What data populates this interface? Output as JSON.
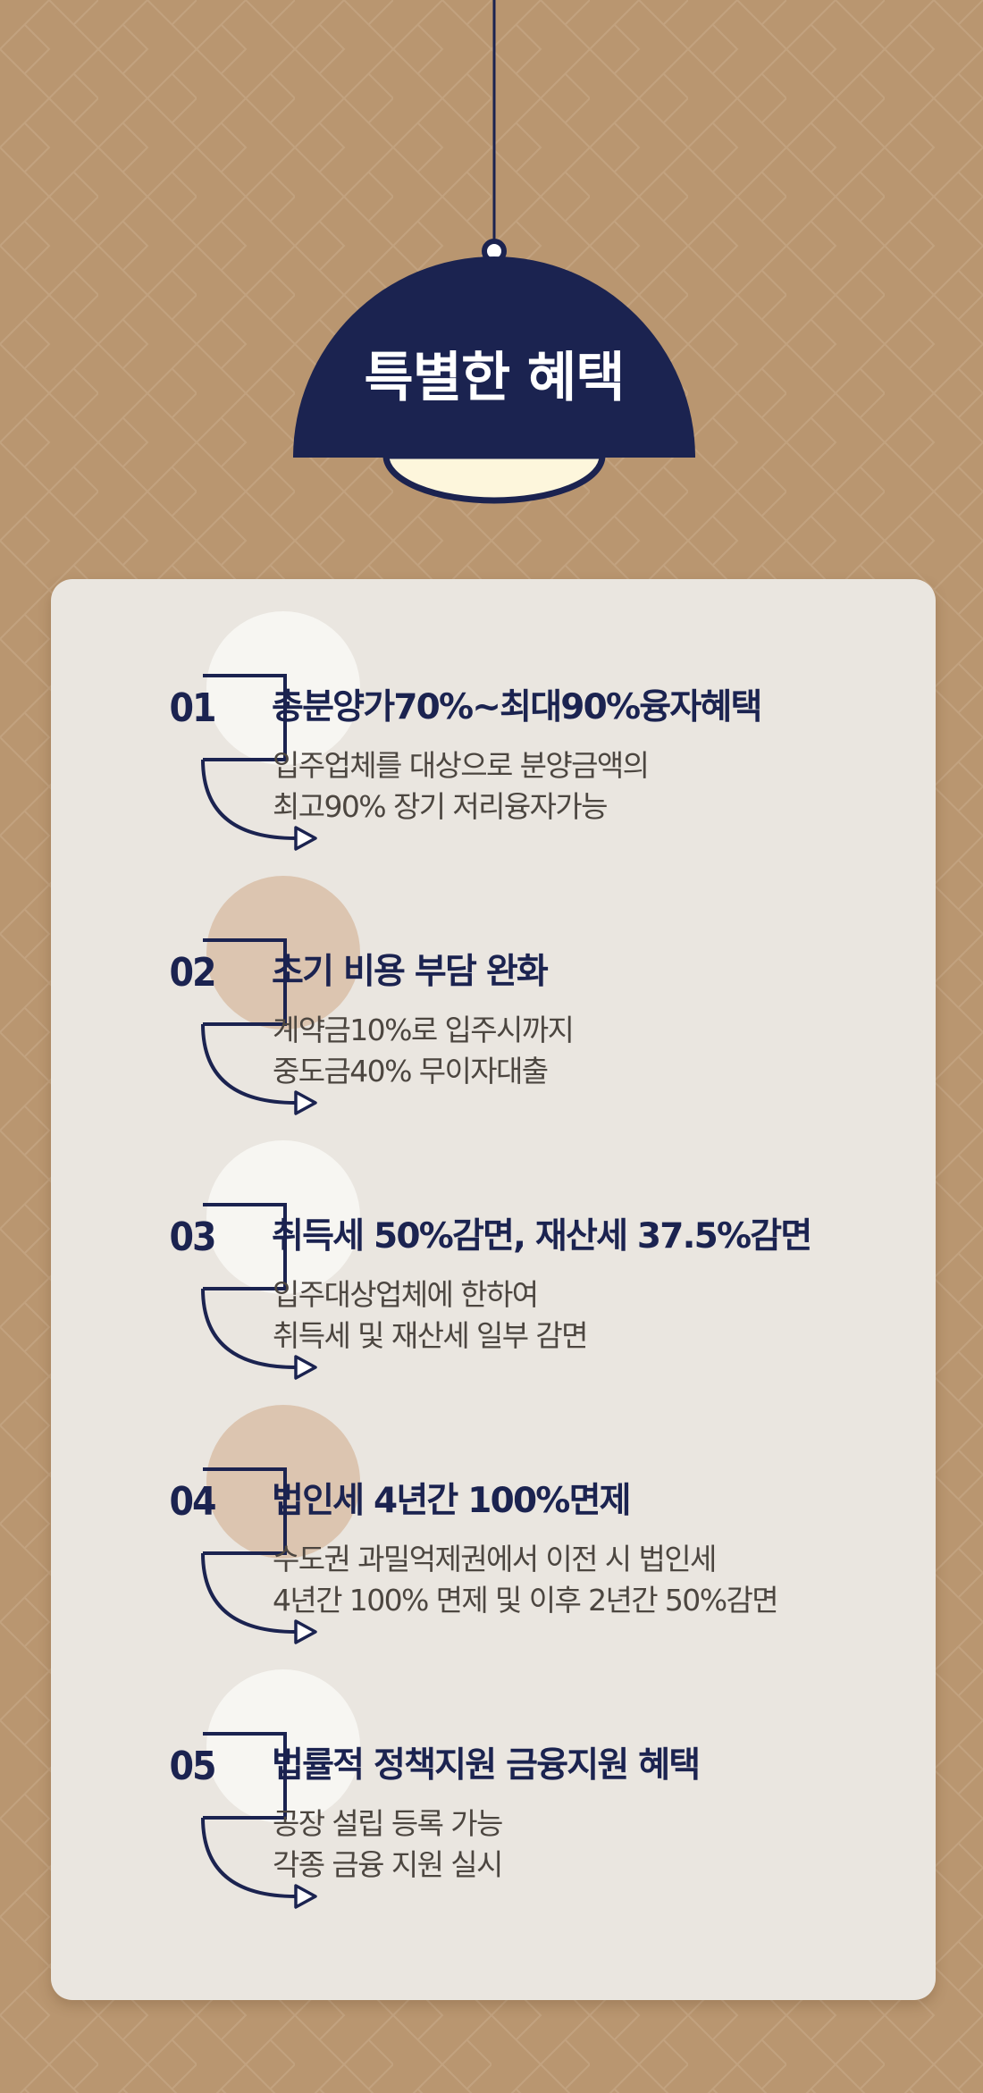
{
  "header": {
    "title": "특별한 혜택"
  },
  "colors": {
    "background": "#b99670",
    "pattern_line": "#cdb293",
    "navy": "#1b2350",
    "card": "#eae6e0",
    "lamp_glow": "#fdf6dc",
    "circle_light": "#f7f6f2",
    "circle_tan": "#dcc5b0"
  },
  "benefits": [
    {
      "number": "01",
      "title": "총분양가70%~최대90%융자혜택",
      "desc1": "입주업체를 대상으로 분양금액의",
      "desc2": "최고90% 장기 저리융자가능"
    },
    {
      "number": "02",
      "title": "초기 비용 부담 완화",
      "desc1": "계약금10%로 입주시까지",
      "desc2": "중도금40% 무이자대출"
    },
    {
      "number": "03",
      "title": "취득세 50%감면, 재산세 37.5%감면",
      "desc1": "입주대상업체에 한하여",
      "desc2": "취득세 및 재산세 일부 감면"
    },
    {
      "number": "04",
      "title": "법인세 4년간 100%면제",
      "desc1": "수도권 과밀억제권에서 이전 시 법인세",
      "desc2": "4년간 100% 면제 및 이후 2년간 50%감면"
    },
    {
      "number": "05",
      "title": "법률적 정책지원 금융지원 혜택",
      "desc1": "공장 설립 등록 가능",
      "desc2": "각종 금융 지원 실시"
    }
  ]
}
